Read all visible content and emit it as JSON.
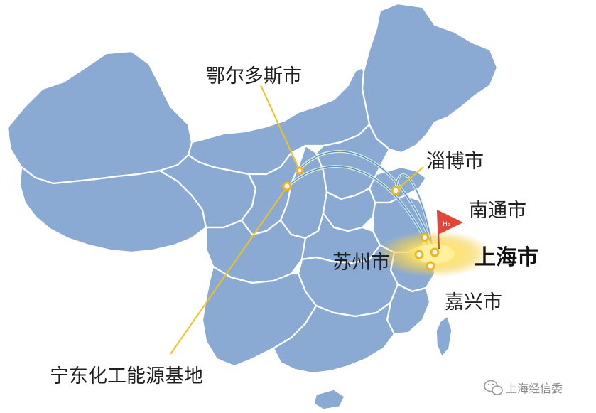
{
  "map": {
    "target": {
      "label": "上海市"
    },
    "places": [
      {
        "id": "ordos",
        "label": "鄂尔多斯市"
      },
      {
        "id": "zibo",
        "label": "淄博市"
      },
      {
        "id": "nantong",
        "label": "南通市"
      },
      {
        "id": "suzhou",
        "label": "苏州市"
      },
      {
        "id": "jiaxing",
        "label": "嘉兴市"
      },
      {
        "id": "ningdong",
        "label": "宁东化工能源基地"
      }
    ],
    "flag_text": "H₂",
    "watermark": "上海经信委",
    "colors": {
      "land": "#8aaad3",
      "border": "#ffffff",
      "leader": "#f2c21b",
      "pin": "#f2b31b",
      "flag": "#e2463a",
      "glow": "#ffe36a"
    }
  }
}
